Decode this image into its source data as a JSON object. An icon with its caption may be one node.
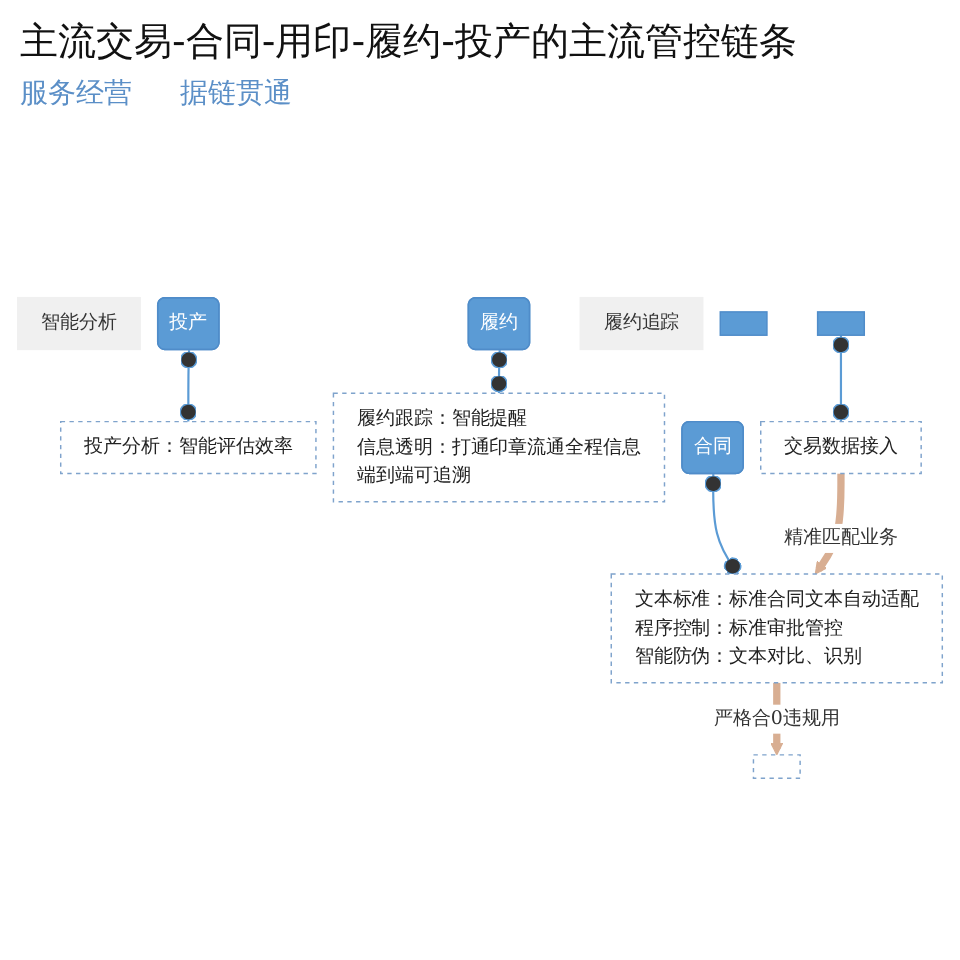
{
  "diagram": {
    "title": "主流交易-合同-用印-履约-投产的主流管控链条",
    "nodes": [
      {
        "text": [
          "智能分析"
        ]
      },
      {
        "text": [
          "投产"
        ]
      },
      {
        "text": [
          "投产分析：智能评估效率"
        ]
      },
      {
        "text": [
          "履约"
        ]
      },
      {
        "text": [
          "履约跟踪：智能提醒",
          "信息透明：打通印章流通全程信息",
          "端到端可追溯"
        ]
      },
      {
        "text": [
          "履约追踪"
        ]
      },
      {
        "text": [],
        "shape": "box"
      },
      {
        "text": [],
        "shape": "box"
      },
      {
        "text": [
          "合同"
        ]
      },
      {
        "text": [
          "文本标准：标准合同文本自动适配",
          "程序控制：标准审批管控",
          "智能防伪：文本对比、识别"
        ]
      },
      {
        "text": [],
        "shape": "box"
      },
      {
        "text": [
          "交易数据接入"
        ]
      }
    ],
    "edges": [
      {
        "from": 1,
        "to": 2,
        "arrow": "other"
      },
      {
        "from": 3,
        "to": 4,
        "arrow": "other"
      },
      {
        "from": 8,
        "to": 9,
        "arrow": "other"
      },
      {
        "from": 10,
        "to": 11,
        "arrow": "other"
      },
      {
        "from": 11,
        "to": 9,
        "arrow": "to",
        "label": "精准匹配业务",
        "style": "thick",
        "color": "#d8ae92"
      },
      {
        "from": 9,
        "to": 7,
        "arrow": "to",
        "label": "严格合0违规用",
        "style": "thick",
        "color": "#d8ae92"
      }
    ],
    "labels": [
      "服务经营",
      "据链贯通"
    ]
  }
}
